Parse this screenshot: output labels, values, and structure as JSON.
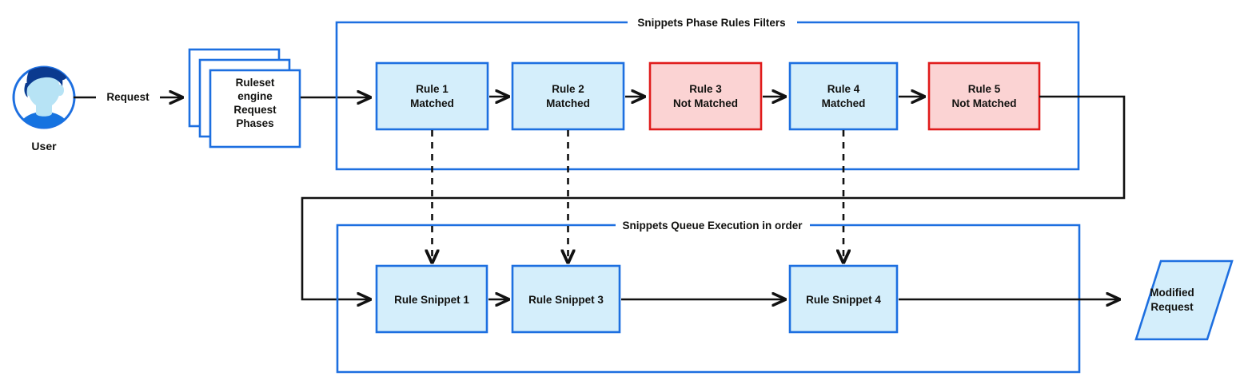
{
  "diagram": {
    "title_visible": false,
    "colors": {
      "blue_stroke": "#1d6fe0",
      "blue_fill": "#d4eefb",
      "red_stroke": "#e01b1b",
      "red_fill": "#fbd3d3",
      "black": "#111111",
      "avatar_hair": "#0b3a8f",
      "avatar_face": "#b7e3f5",
      "avatar_shirt": "#1673e0",
      "white": "#ffffff"
    },
    "user": {
      "label": "User",
      "icon": "user-avatar-icon"
    },
    "request_arrow": {
      "label": "Request"
    },
    "ruleset_card": {
      "lines": [
        "Ruleset",
        "engine",
        "Request",
        "Phases"
      ],
      "stack_count": 3
    },
    "phase_section": {
      "label": "Snippets Phase Rules Filters",
      "rules": [
        {
          "id": "rule-1",
          "line1": "Rule 1",
          "line2": "Matched",
          "state": "matched"
        },
        {
          "id": "rule-2",
          "line1": "Rule 2",
          "line2": "Matched",
          "state": "matched"
        },
        {
          "id": "rule-3",
          "line1": "Rule 3",
          "line2": "Not Matched",
          "state": "not-matched"
        },
        {
          "id": "rule-4",
          "line1": "Rule 4",
          "line2": "Matched",
          "state": "matched"
        },
        {
          "id": "rule-5",
          "line1": "Rule 5",
          "line2": "Not Matched",
          "state": "not-matched"
        }
      ]
    },
    "queue_section": {
      "label": "Snippets Queue Execution in order",
      "snippets": [
        {
          "id": "rule-snippet-1",
          "label": "Rule Snippet 1"
        },
        {
          "id": "rule-snippet-3",
          "label": "Rule Snippet 3"
        },
        {
          "id": "rule-snippet-4",
          "label": "Rule Snippet 4"
        }
      ]
    },
    "output": {
      "lines": [
        "Modified",
        "Request"
      ]
    }
  }
}
